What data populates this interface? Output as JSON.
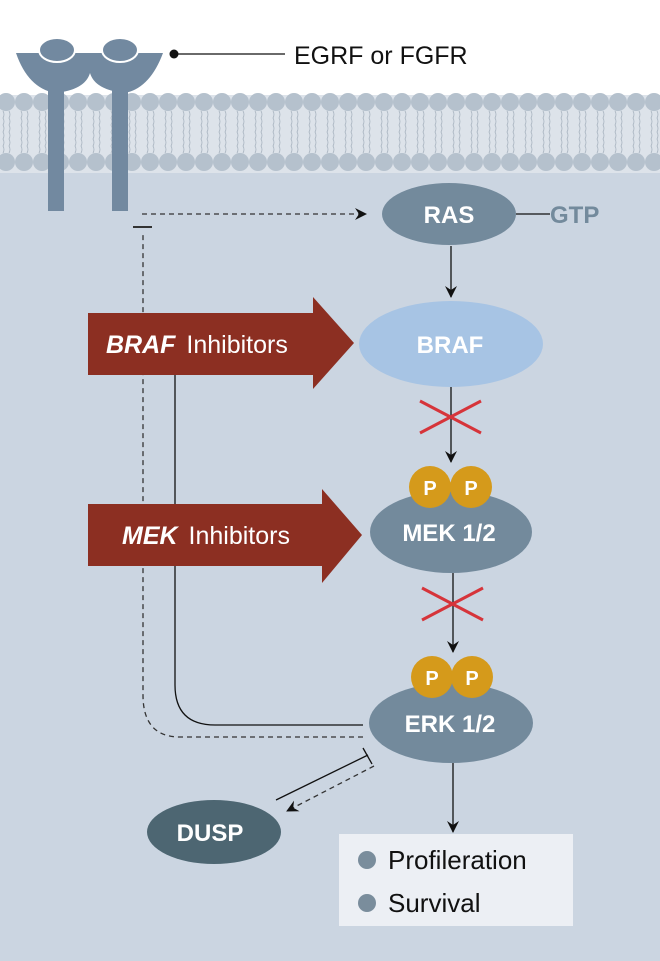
{
  "title": "BRAF/MEK inhibitor signaling pathway",
  "receptor": {
    "label": "EGRF or FGFR"
  },
  "nodes": {
    "ras": {
      "label": "RAS",
      "suffix": "GTP"
    },
    "braf": {
      "label": "BRAF"
    },
    "mek": {
      "label": "MEK 1/2",
      "phospho": [
        "P",
        "P"
      ]
    },
    "erk": {
      "label": "ERK 1/2",
      "phospho": [
        "P",
        "P"
      ]
    },
    "dusp": {
      "label": "DUSP"
    }
  },
  "inhibitors": [
    {
      "drug": "BRAF",
      "suffix": "Inhibitors"
    },
    {
      "drug": "MEK",
      "suffix": "Inhibitors"
    }
  ],
  "outcomes": [
    "Profileration",
    "Survival"
  ],
  "colors": {
    "cytoplasm": "#cbd5e1",
    "membrane": "#dde3ea",
    "lipid_head": "#b5c1cd",
    "receptor": "#7289a0",
    "node": "#738a9c",
    "braf": "#a7c4e4",
    "dusp": "#4d6672",
    "inhibitor_arrow": "#8c2f22",
    "phospho": "#d59a1b",
    "block_x": "#d6343a",
    "outcome_box": "#eceff4"
  }
}
